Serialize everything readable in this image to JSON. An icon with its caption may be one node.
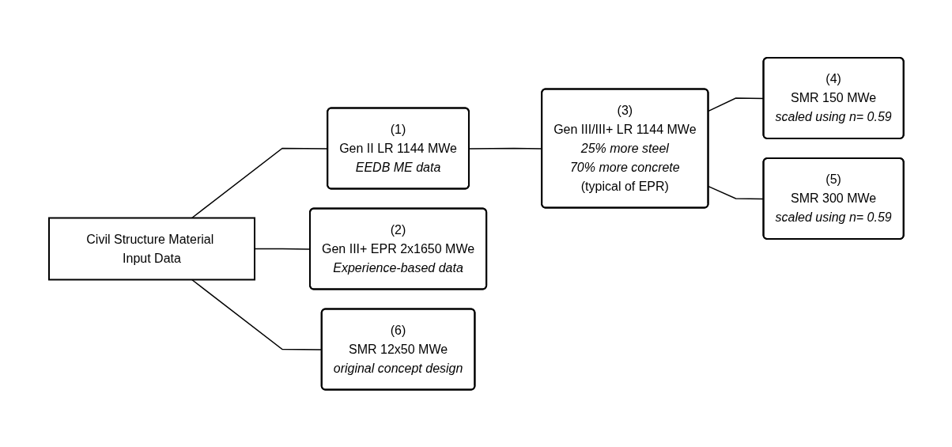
{
  "diagram": {
    "nodes": [
      {
        "text": [
          "Civil Structure Material Input Data"
        ]
      },
      {
        "text": [
          "(1)",
          "Gen II LR 1144 MWe",
          "EEDB ME data"
        ]
      },
      {
        "text": [
          "(2)",
          "Gen III+ EPR 2x1650 MWe",
          "Experience-based data"
        ]
      },
      {
        "text": [
          "(6)",
          "SMR 12x50 MWe",
          "original concept design"
        ]
      },
      {
        "text": [
          "(3)",
          "Gen III/III+ LR 1144 MWe",
          "25% more steel",
          "70% more concrete",
          "(typical of EPR)"
        ]
      },
      {
        "text": [
          "(4)",
          "SMR 150 MWe",
          "scaled using n= 0.59"
        ]
      },
      {
        "text": [
          "(5)",
          "SMR 300 MWe",
          "scaled using n= 0.59"
        ]
      }
    ],
    "edges": [
      {
        "from": 0,
        "to": 1,
        "arrow": "none"
      },
      {
        "from": 0,
        "to": 2,
        "arrow": "none"
      },
      {
        "from": 0,
        "to": 3,
        "arrow": "none"
      },
      {
        "from": 1,
        "to": 4,
        "arrow": "none"
      },
      {
        "from": 4,
        "to": 5,
        "arrow": "none"
      },
      {
        "from": 4,
        "to": 6,
        "arrow": "none"
      }
    ]
  }
}
